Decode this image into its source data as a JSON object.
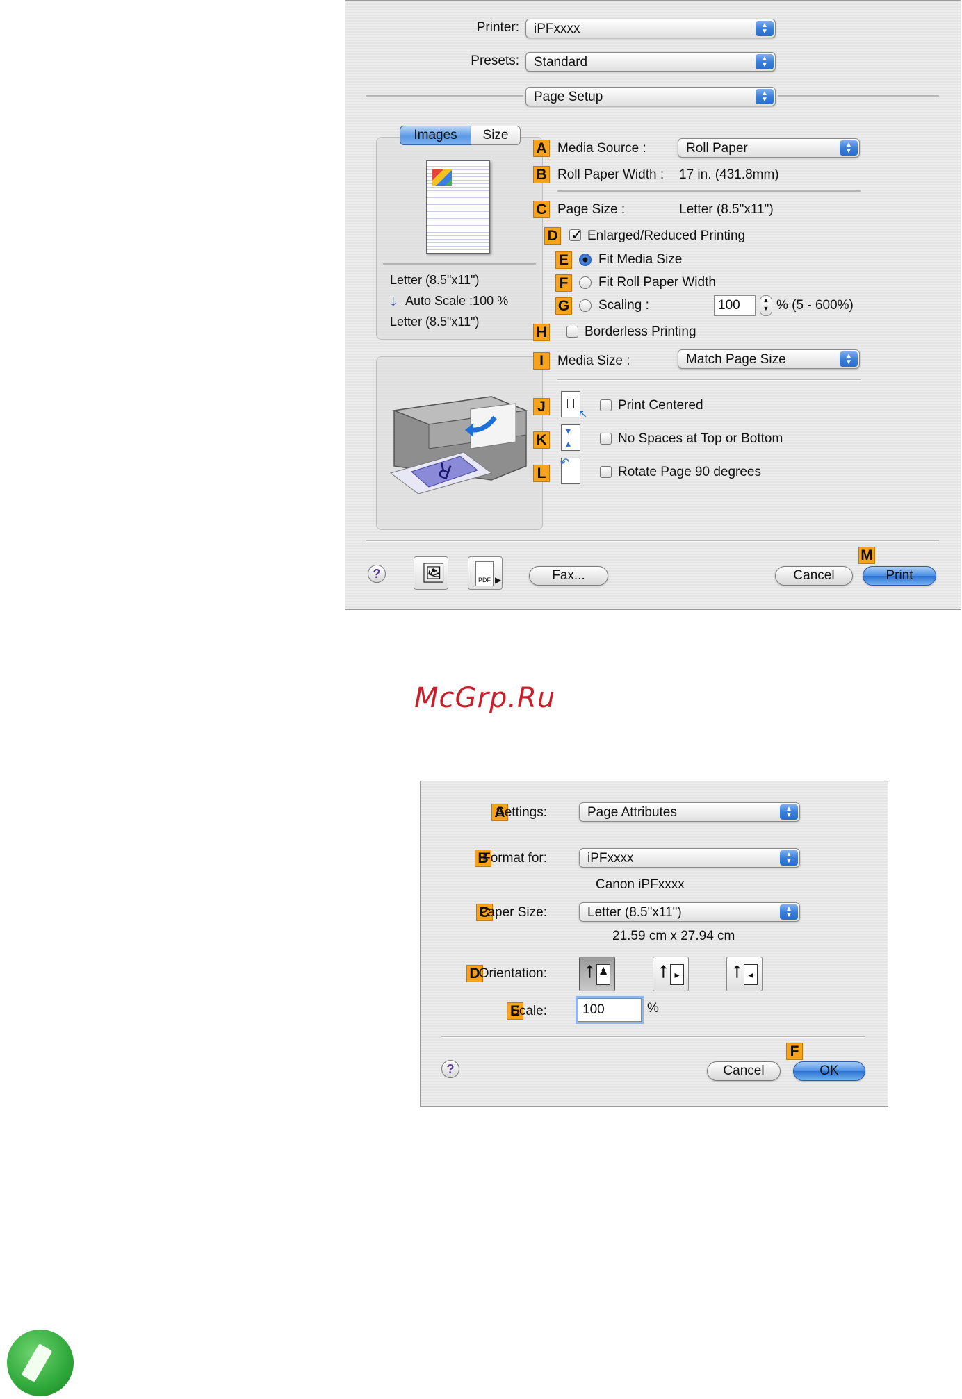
{
  "print_dialog": {
    "printer_label": "Printer:",
    "printer_value": "iPFxxxx",
    "presets_label": "Presets:",
    "presets_value": "Standard",
    "panel_value": "Page Setup",
    "tabs": [
      "Images",
      "Size"
    ],
    "preview_info": {
      "line1": "Letter (8.5\"x11\")",
      "line2": "Auto Scale :100 %",
      "line3": "Letter (8.5\"x11\")"
    },
    "media_source": {
      "badge": "A",
      "label": "Media Source :",
      "value": "Roll Paper"
    },
    "roll_width": {
      "badge": "B",
      "label": "Roll Paper Width :",
      "value": "17 in. (431.8mm)"
    },
    "page_size": {
      "badge": "C",
      "label": "Page Size :",
      "value": "Letter (8.5\"x11\")"
    },
    "enlarged": {
      "badge": "D",
      "label": "Enlarged/Reduced Printing"
    },
    "fit_media": {
      "badge": "E",
      "label": "Fit Media Size"
    },
    "fit_roll": {
      "badge": "F",
      "label": "Fit Roll Paper Width"
    },
    "scaling": {
      "badge": "G",
      "label": "Scaling :",
      "value": "100",
      "range": "% (5 - 600%)"
    },
    "borderless": {
      "badge": "H",
      "label": "Borderless Printing"
    },
    "media_size": {
      "badge": "I",
      "label": "Media Size :",
      "value": "Match Page Size"
    },
    "print_centered": {
      "badge": "J",
      "label": "Print Centered"
    },
    "no_spaces": {
      "badge": "K",
      "label": "No Spaces at Top or Bottom"
    },
    "rotate": {
      "badge": "L",
      "label": "Rotate Page 90 degrees"
    },
    "fax_label": "Fax...",
    "pdf_label": "PDF",
    "cancel_label": "Cancel",
    "print_badge": "M",
    "print_label": "Print"
  },
  "watermark": "McGrp.Ru",
  "page_setup_dialog": {
    "settings": {
      "badge": "A",
      "label": "Settings:",
      "value": "Page Attributes"
    },
    "format_for": {
      "badge": "B",
      "label": "Format for:",
      "value": "iPFxxxx",
      "sub": "Canon iPFxxxx"
    },
    "paper_size": {
      "badge": "C",
      "label": "Paper Size:",
      "value": "Letter (8.5\"x11\")",
      "sub": "21.59 cm x 27.94 cm"
    },
    "orientation": {
      "badge": "D",
      "label": "Orientation:"
    },
    "scale": {
      "badge": "E",
      "label": "Scale:",
      "value": "100",
      "unit": "%"
    },
    "ok_badge": "F",
    "cancel_label": "Cancel",
    "ok_label": "OK"
  },
  "colors": {
    "badge": "#f7a21c",
    "accent": "#3a7fdb",
    "watermark": "#c8202a",
    "note_icon": "#2fa83a"
  }
}
